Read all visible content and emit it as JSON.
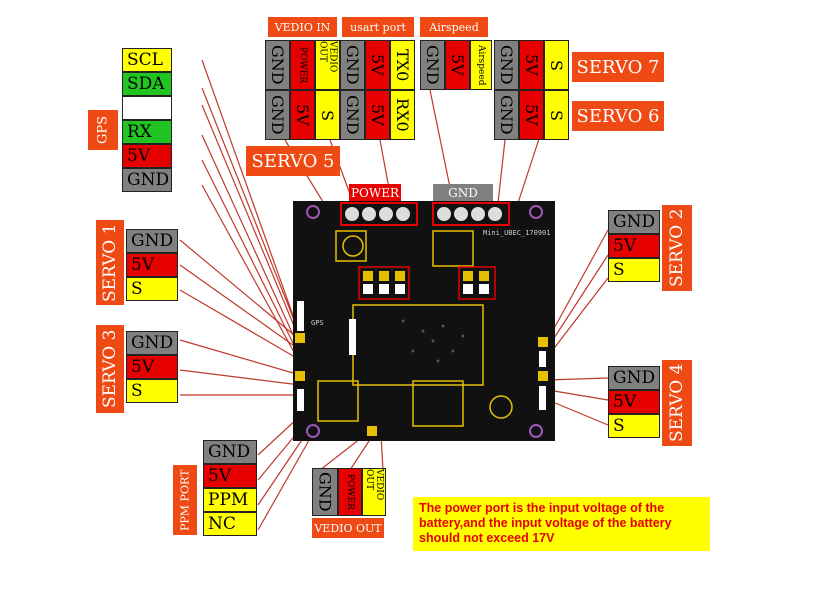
{
  "top_tags": {
    "video_in": "VEDIO IN",
    "usart": "usart port",
    "airspeed": "Airspeed"
  },
  "top_block1": {
    "row1": [
      "GND",
      "POWER",
      "VEDIO OUT",
      "GND",
      "5V",
      "TX0"
    ],
    "row2": [
      "GND",
      "5V",
      "S",
      "GND",
      "5V",
      "RX0"
    ]
  },
  "airspeed_block": [
    "GND",
    "5V",
    "Airspeed"
  ],
  "servo7_block": [
    "GND",
    "5V",
    "S"
  ],
  "servo6_block": [
    "GND",
    "5V",
    "S"
  ],
  "servo7_label": "SERVO 7",
  "servo6_label": "SERVO 6",
  "servo5_label": "SERVO 5",
  "gps": {
    "label": "GPS",
    "pins": [
      "SCL",
      "SDA",
      "",
      "RX",
      "5V",
      "GND"
    ]
  },
  "servo1": {
    "label": "SERVO 1",
    "pins": [
      "GND",
      "5V",
      "S"
    ]
  },
  "servo3": {
    "label": "SERVO 3",
    "pins": [
      "GND",
      "5V",
      "S"
    ]
  },
  "servo2": {
    "label": "SERVO 2",
    "pins": [
      "GND",
      "5V",
      "S"
    ]
  },
  "servo4": {
    "label": "SERVO 4",
    "pins": [
      "GND",
      "5V",
      "S"
    ]
  },
  "ppm": {
    "label": "PPM PORT",
    "pins": [
      "GND",
      "5V",
      "PPM",
      "NC"
    ]
  },
  "video_out": {
    "label": "VEDIO OUT",
    "pins": [
      "GND",
      "POWER",
      "VEDIO OUT"
    ]
  },
  "board": {
    "power_label": "POWER",
    "gnd_label": "GND",
    "silk_name": "Mini_UBEC_170901",
    "silk_gps": "GPS"
  },
  "note": "The power port is the input voltage of the battery,and the input voltage of the battery should not exceed 17V",
  "colors": {
    "gnd": "#808080",
    "v5": "#e60000",
    "signal": "#ffff00",
    "green": "#22c422",
    "label_bg": "#f04a14",
    "line": "#c0392b"
  }
}
